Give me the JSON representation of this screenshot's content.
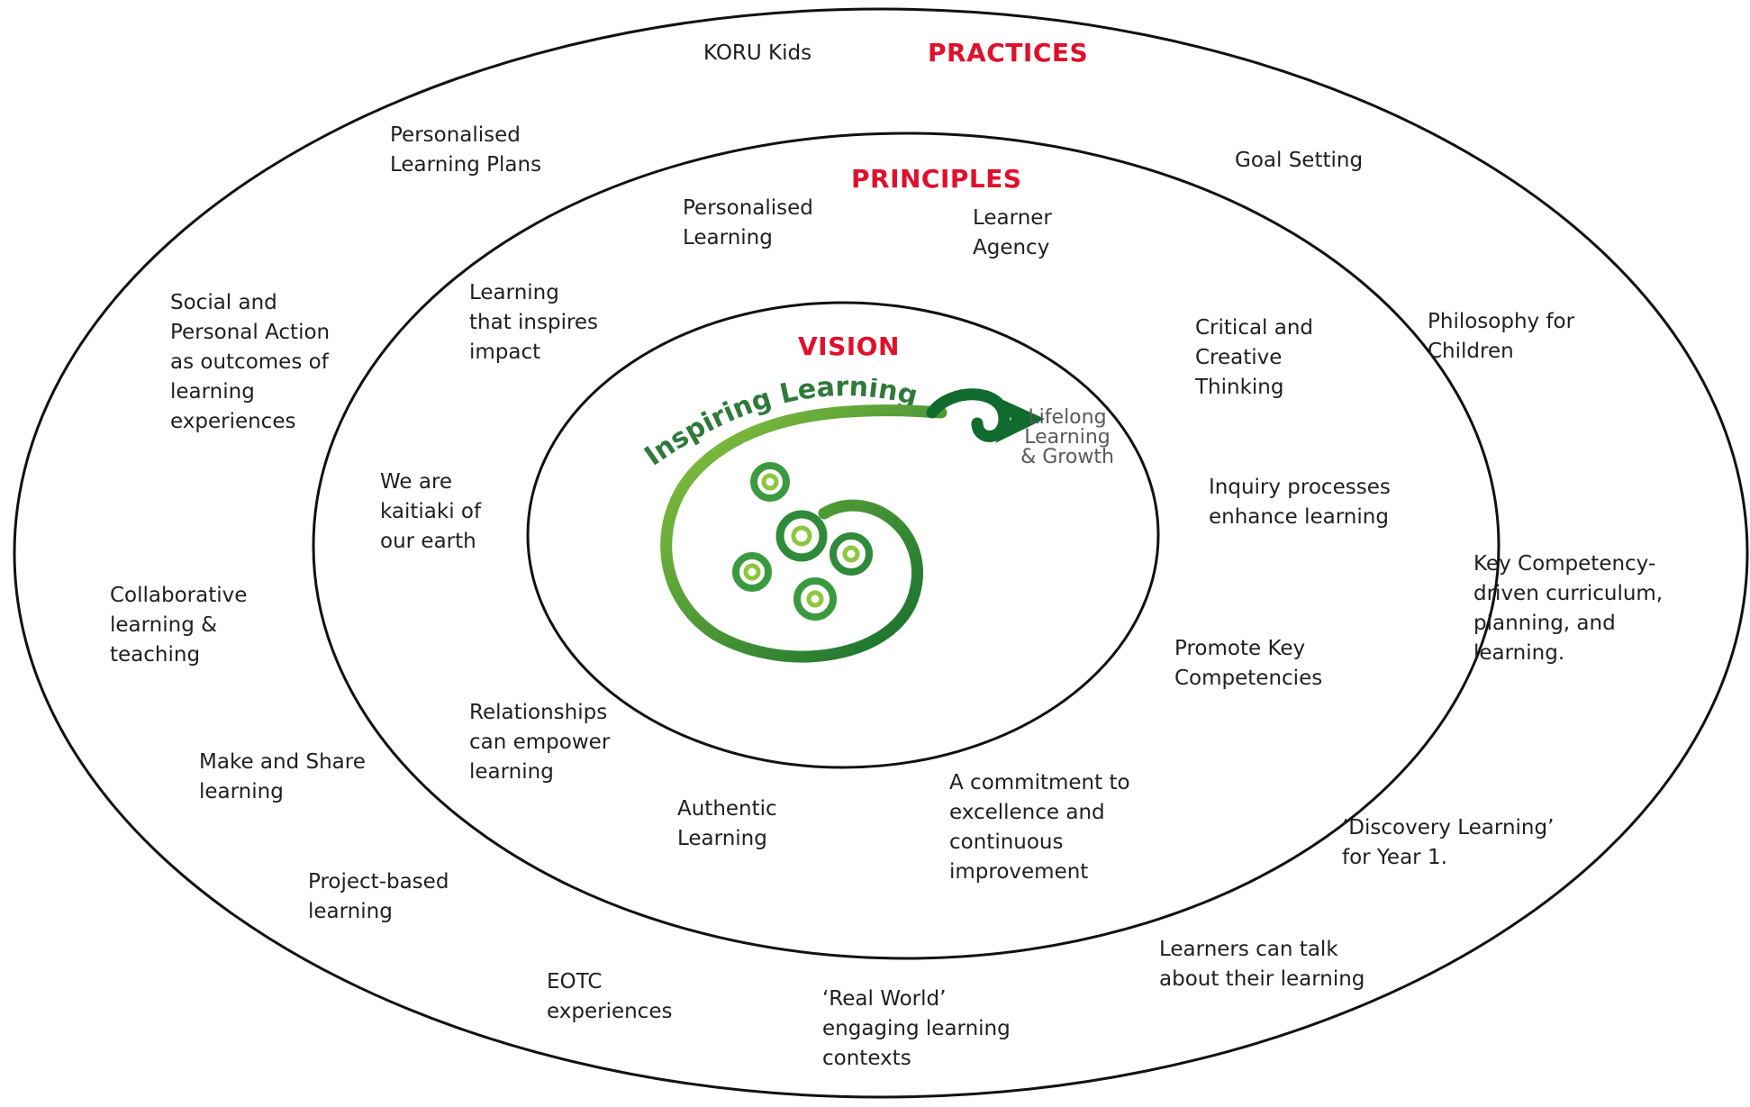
{
  "colors": {
    "heading": "#e0102b",
    "ring_stroke": "#111111",
    "koru_dark": "#0f6b2e",
    "koru_light": "#8dc63f",
    "tagline": "#5a5a5a"
  },
  "rings": {
    "outer": {
      "title": "PRACTICES"
    },
    "middle": {
      "title": "PRINCIPLES"
    },
    "inner": {
      "title": "VISION"
    }
  },
  "vision_graphic": {
    "arc_text": "Inspiring Learning",
    "tagline": [
      "Lifelong",
      "Learning",
      "& Growth"
    ]
  },
  "principles": {
    "personalised_learning": "Personalised\nLearning",
    "learner_agency": "Learner\nAgency",
    "learning_inspires": "Learning\nthat inspires\nimpact",
    "critical_creative": "Critical and\nCreative\nThinking",
    "kaitiaki": "We are\nkaitiaki of\nour earth",
    "inquiry": "Inquiry processes\nenhance learning",
    "key_competencies": "Promote Key\nCompetencies",
    "relationships": "Relationships\ncan empower\nlearning",
    "authentic": "Authentic\nLearning",
    "commitment": "A commitment to\nexcellence and\ncontinuous\nimprovement"
  },
  "practices": {
    "koru_kids": "KORU Kids",
    "personalised_plans": "Personalised\nLearning Plans",
    "goal_setting": "Goal Setting",
    "social_action": "Social  and\nPersonal Action\nas outcomes of\nlearning\nexperiences",
    "philosophy": "Philosophy for\nChildren",
    "collaborative": "Collaborative\nlearning &\nteaching",
    "key_competency_curriculum": "Key Competency-\ndriven curriculum,\nplanning, and\nlearning.",
    "make_share": "Make and Share\nlearning",
    "discovery": "‘Discovery Learning’\nfor Year 1.",
    "project_based": "Project-based\nlearning",
    "learners_talk": "Learners can talk\nabout their learning",
    "eotc": "EOTC\nexperiences",
    "real_world": "‘Real World’\nengaging learning\ncontexts"
  }
}
